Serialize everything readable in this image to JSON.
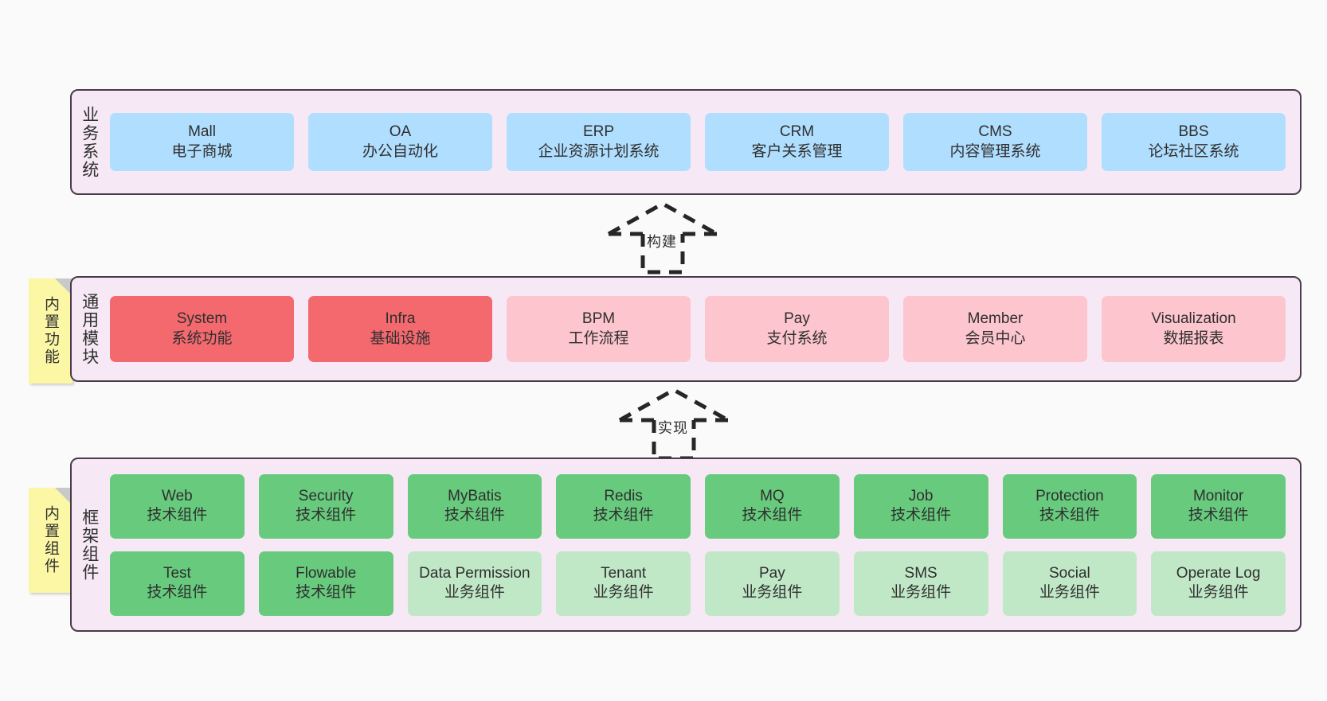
{
  "diagram": {
    "title": "ruoyi-vue-pro architecture layers",
    "colors": {
      "canvas_bg": "#fafafa",
      "layer_bg": "#f6e9f5",
      "layer_border": "#4a3b4a",
      "blue": "#b0deff",
      "red": "#f4696e",
      "pink": "#fdc5cd",
      "green": "#67ca7d",
      "light_green": "#c0e8c7",
      "sticky_yellow": "#fbf7a5",
      "sticky_fold": "#c9c9c9",
      "text": "#2f2f2f"
    }
  },
  "layers": [
    {
      "id": "business",
      "title": "业务系统",
      "rows": [
        [
          {
            "name": "Mall",
            "sub": "电子商城",
            "color": "blue"
          },
          {
            "name": "OA",
            "sub": "办公自动化",
            "color": "blue"
          },
          {
            "name": "ERP",
            "sub": "企业资源计划系统",
            "color": "blue"
          },
          {
            "name": "CRM",
            "sub": "客户关系管理",
            "color": "blue"
          },
          {
            "name": "CMS",
            "sub": "内容管理系统",
            "color": "blue"
          },
          {
            "name": "BBS",
            "sub": "论坛社区系统",
            "color": "blue"
          }
        ]
      ]
    },
    {
      "id": "common",
      "title": "通用模块",
      "sticky": "内置功能",
      "rows": [
        [
          {
            "name": "System",
            "sub": "系统功能",
            "color": "red"
          },
          {
            "name": "Infra",
            "sub": "基础设施",
            "color": "red"
          },
          {
            "name": "BPM",
            "sub": "工作流程",
            "color": "pink"
          },
          {
            "name": "Pay",
            "sub": "支付系统",
            "color": "pink"
          },
          {
            "name": "Member",
            "sub": "会员中心",
            "color": "pink"
          },
          {
            "name": "Visualization",
            "sub": "数据报表",
            "color": "pink"
          }
        ]
      ]
    },
    {
      "id": "framework",
      "title": "框架组件",
      "sticky": "内置组件",
      "rows": [
        [
          {
            "name": "Web",
            "sub": "技术组件",
            "color": "green"
          },
          {
            "name": "Security",
            "sub": "技术组件",
            "color": "green"
          },
          {
            "name": "MyBatis",
            "sub": "技术组件",
            "color": "green"
          },
          {
            "name": "Redis",
            "sub": "技术组件",
            "color": "green"
          },
          {
            "name": "MQ",
            "sub": "技术组件",
            "color": "green"
          },
          {
            "name": "Job",
            "sub": "技术组件",
            "color": "green"
          },
          {
            "name": "Protection",
            "sub": "技术组件",
            "color": "green"
          },
          {
            "name": "Monitor",
            "sub": "技术组件",
            "color": "green"
          }
        ],
        [
          {
            "name": "Test",
            "sub": "技术组件",
            "color": "green"
          },
          {
            "name": "Flowable",
            "sub": "技术组件",
            "color": "green"
          },
          {
            "name": "Data Permission",
            "sub": "业务组件",
            "color": "light_green"
          },
          {
            "name": "Tenant",
            "sub": "业务组件",
            "color": "light_green"
          },
          {
            "name": "Pay",
            "sub": "业务组件",
            "color": "light_green"
          },
          {
            "name": "SMS",
            "sub": "业务组件",
            "color": "light_green"
          },
          {
            "name": "Social",
            "sub": "业务组件",
            "color": "light_green"
          },
          {
            "name": "Operate Log",
            "sub": "业务组件",
            "color": "light_green"
          }
        ]
      ]
    }
  ],
  "connectors": [
    {
      "id": "build",
      "label": "构建",
      "from": "common",
      "to": "business",
      "style": "dashed-generalization-up"
    },
    {
      "id": "impl",
      "label": "实现",
      "from": "framework",
      "to": "common",
      "style": "dashed-generalization-up"
    }
  ]
}
